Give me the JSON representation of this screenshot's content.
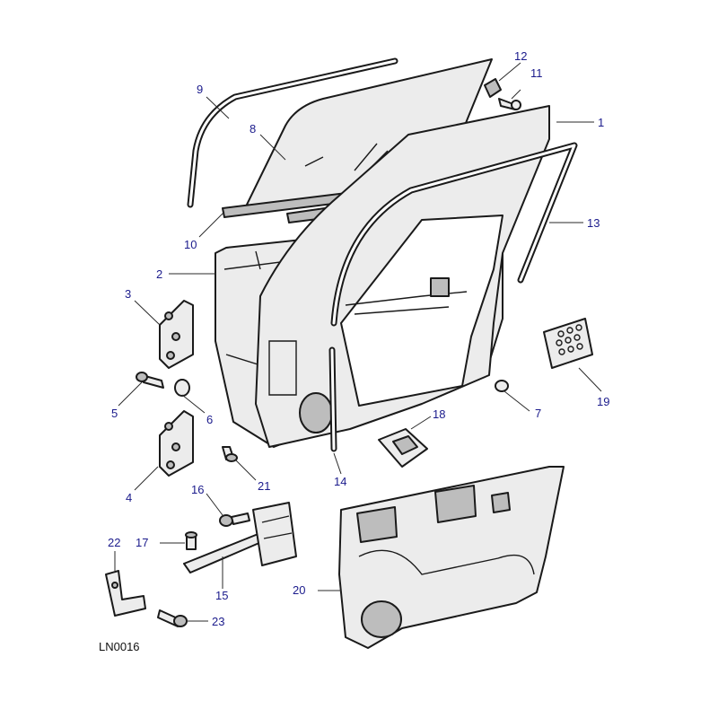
{
  "reference_code": "LN0016",
  "callouts": {
    "c1": "1",
    "c2": "2",
    "c3": "3",
    "c4": "4",
    "c5": "5",
    "c6": "6",
    "c7": "7",
    "c8": "8",
    "c9": "9",
    "c10": "10",
    "c11": "11",
    "c12": "12",
    "c13": "13",
    "c14": "14",
    "c15": "15",
    "c16": "16",
    "c17": "17",
    "c18": "18",
    "c19": "19",
    "c20": "20",
    "c21": "21",
    "c22": "22",
    "c23": "23"
  }
}
